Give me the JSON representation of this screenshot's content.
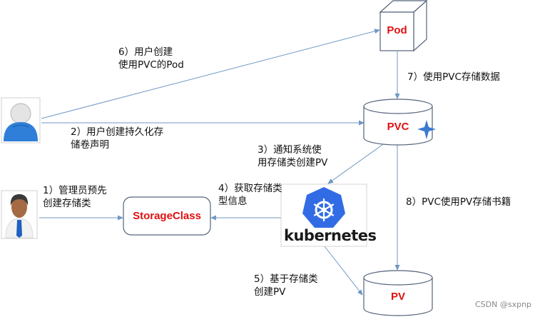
{
  "title": "Kubernetes StorageClass dynamic provisioning flow",
  "colors": {
    "arrow": "#6f98c4",
    "node_border": "#54637a",
    "node_text": "#e01010",
    "k8s_blue": "#326ce5",
    "user_blue": "#2f7fd8"
  },
  "nodes": {
    "pod": "Pod",
    "pvc": "PVC",
    "pv": "PV",
    "storageclass": "StorageClass",
    "kubernetes": "kubernetes"
  },
  "actors": {
    "user": "user-icon",
    "admin": "admin-icon"
  },
  "steps": [
    {
      "id": 1,
      "line1": "1）管理员预先",
      "line2": "创建存储类"
    },
    {
      "id": 2,
      "line1": "2）用户创建持久化存",
      "line2": "储卷声明"
    },
    {
      "id": 3,
      "line1": "3）通知系统使",
      "line2": "用存储类创建PV"
    },
    {
      "id": 4,
      "line1": "4）获取存储类",
      "line2": "型信息"
    },
    {
      "id": 5,
      "line1": "5）基于存储类",
      "line2": "创建PV"
    },
    {
      "id": 6,
      "line1": "6）用户创建",
      "line2": "使用PVC的Pod"
    },
    {
      "id": 7,
      "line1": "7）使用PVC存储数据",
      "line2": ""
    },
    {
      "id": 8,
      "line1": "8）PVC使用PV存储书籍",
      "line2": ""
    }
  ],
  "watermark": "CSDN @sxpnp"
}
